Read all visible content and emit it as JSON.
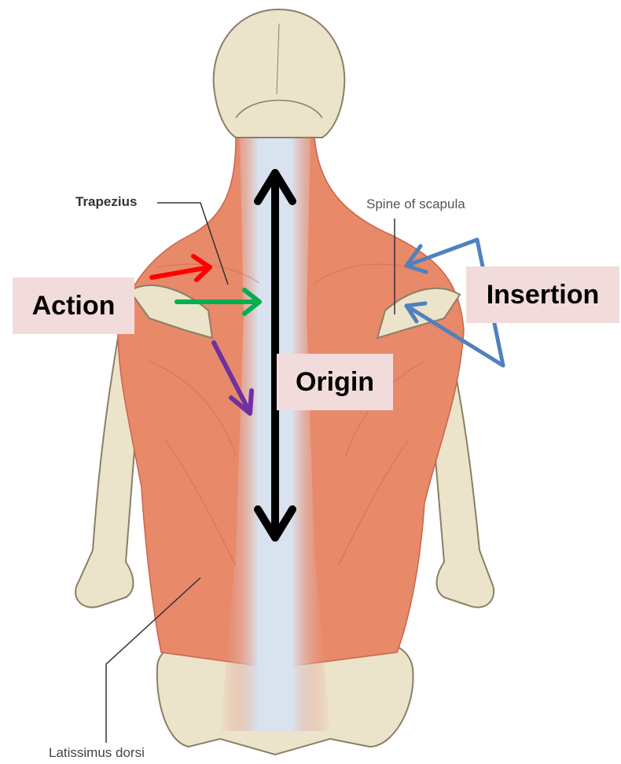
{
  "anatomy_labels": {
    "trapezius": "Trapezius",
    "spine_of_scapula": "Spine of scapula",
    "latissimus_dorsi": "Latissimus dorsi"
  },
  "callouts": {
    "action": "Action",
    "origin": "Origin",
    "insertion": "Insertion"
  },
  "colors": {
    "muscle": "#e8896a",
    "muscle_dark": "#d46a4e",
    "tendon": "#d9e3ef",
    "bone": "#ece3cb",
    "bone_outline": "#8a7f66",
    "callout_bg": "#f2dcdb",
    "arrow_red": "#ff0000",
    "arrow_green": "#00b050",
    "arrow_purple": "#7030a0",
    "arrow_black": "#000000",
    "arrow_blue": "#4f81bd"
  }
}
